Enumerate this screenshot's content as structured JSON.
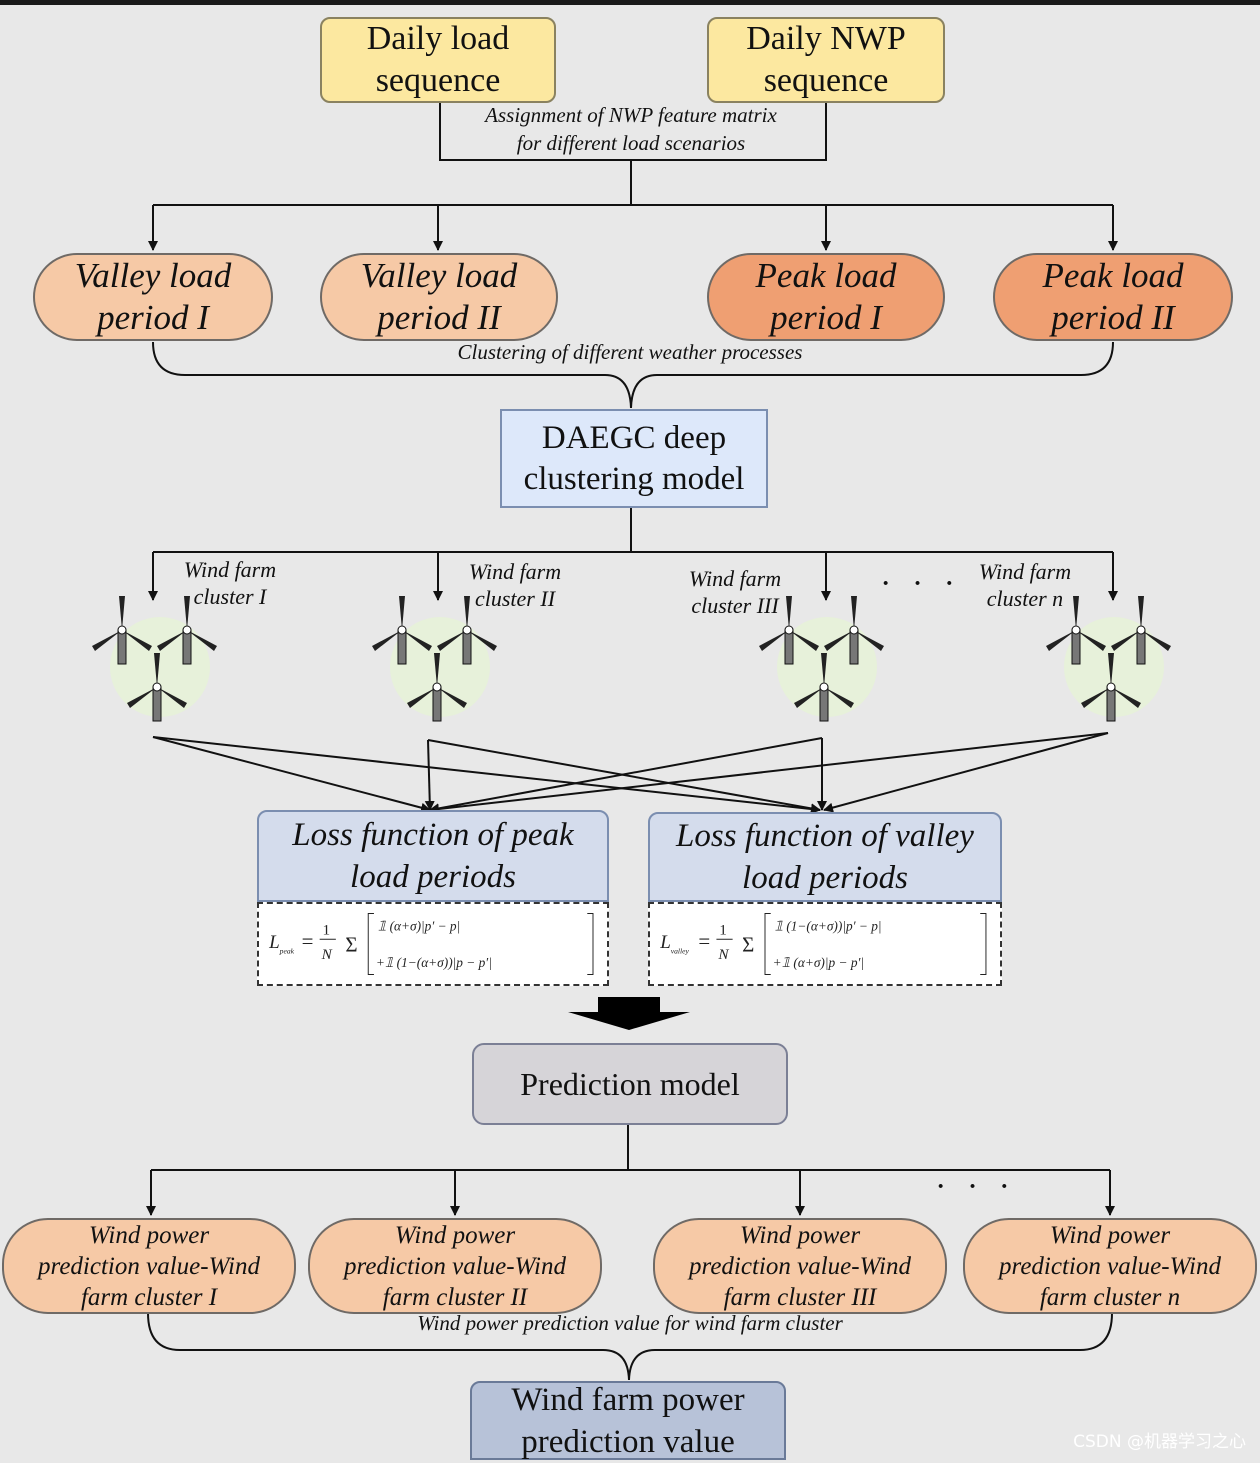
{
  "inputs": {
    "daily_load": "Daily load\nsequence",
    "daily_nwp": "Daily NWP\nsequence"
  },
  "assignment_label": "Assignment of NWP feature matrix\nfor different load scenarios",
  "periods": [
    {
      "label": "Valley load\nperiod I",
      "style": "light"
    },
    {
      "label": "Valley load\nperiod II",
      "style": "light"
    },
    {
      "label": "Peak load\nperiod I",
      "style": "dark"
    },
    {
      "label": "Peak load\nperiod II",
      "style": "dark"
    }
  ],
  "clustering_label": "Clustering of different weather processes",
  "model": "DAEGC deep\nclustering model",
  "clusters": [
    "Wind farm\ncluster I",
    "Wind farm\ncluster II",
    "Wind farm\ncluster III",
    "Wind farm\ncluster n"
  ],
  "ellipsis": "· · ·",
  "loss": {
    "peak_title": "Loss function of peak\nload periods",
    "valley_title": "Loss function of valley\nload periods"
  },
  "prediction_model": "Prediction model",
  "outputs": [
    "Wind power\nprediction value-Wind\nfarm cluster I",
    "Wind power\nprediction value-Wind\nfarm cluster II",
    "Wind power\nprediction value-Wind\nfarm cluster III",
    "Wind power\nprediction value-Wind\nfarm cluster n"
  ],
  "output_group_label": "Wind power prediction value for wind farm cluster",
  "final": "Wind farm power\nprediction value",
  "watermark": "CSDN @机器学习之心",
  "colors": {
    "yellow": "#fce8a0",
    "orange_light": "#f6c9a6",
    "orange_dark": "#ef9f72",
    "blue_light": "#dde8fa",
    "gray": "#d6d4d8",
    "blue_gray": "#b7c2d8"
  }
}
